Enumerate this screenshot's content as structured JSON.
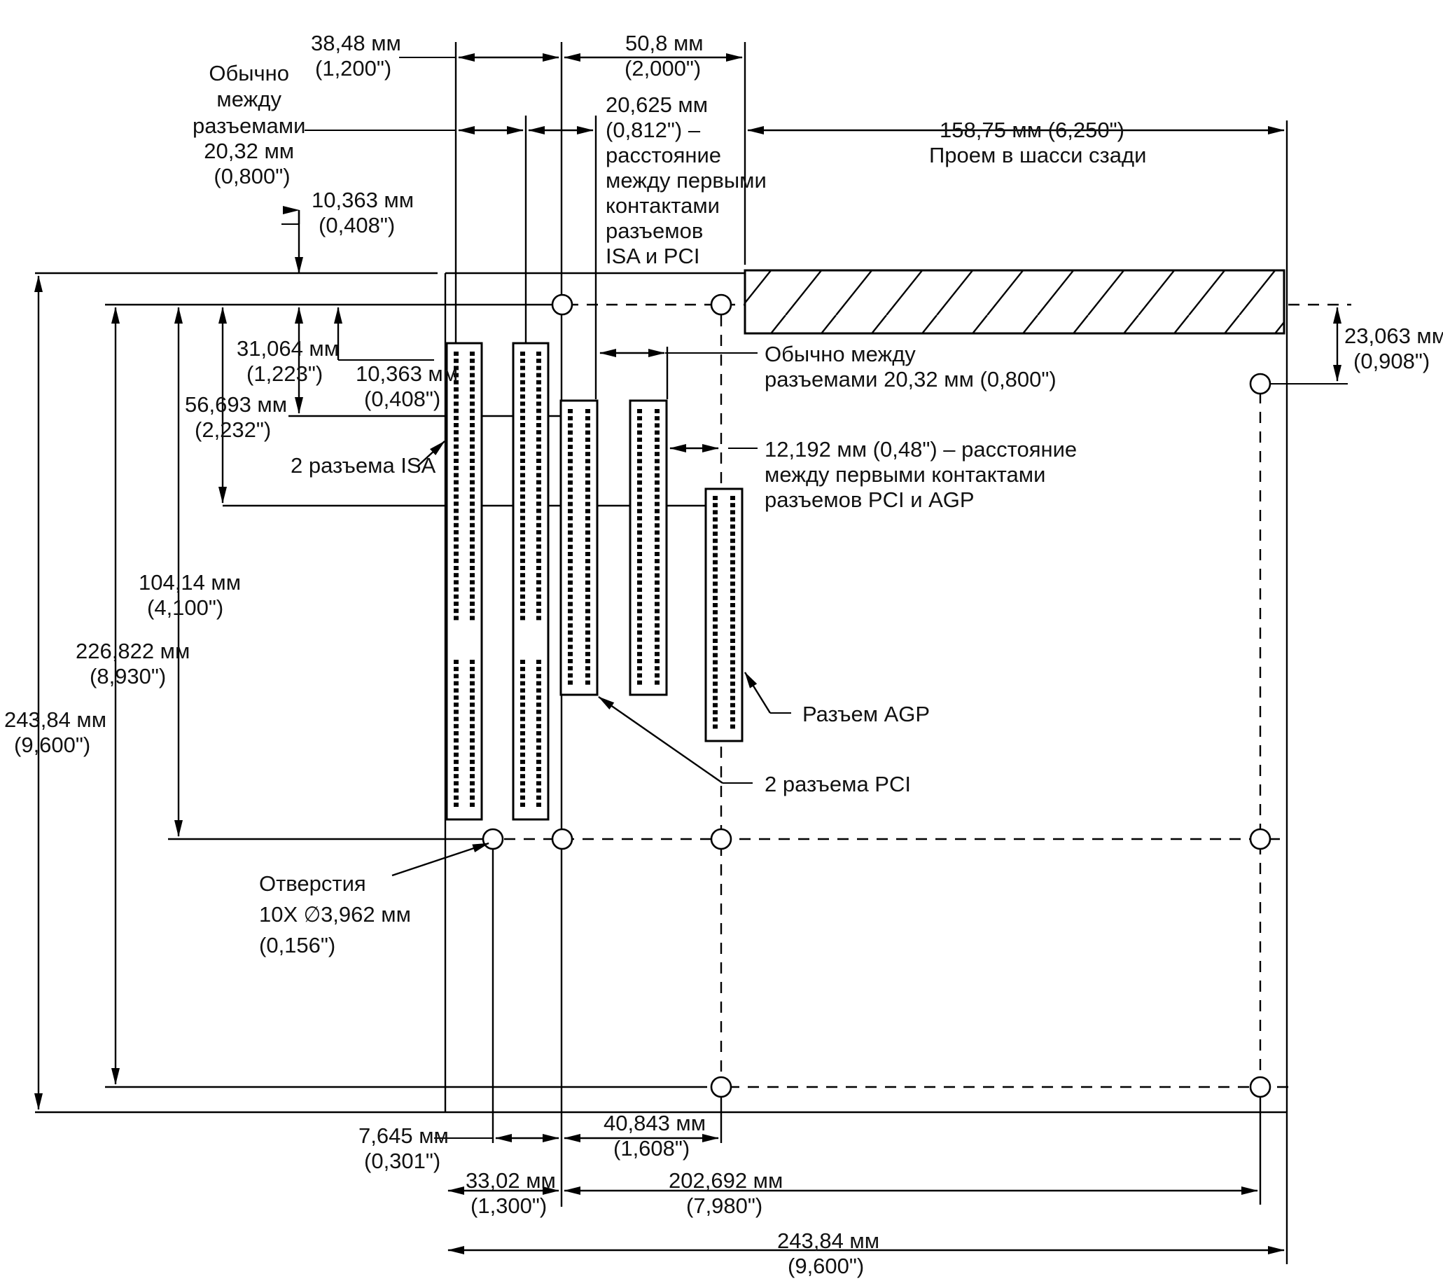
{
  "labels": {
    "d38_mm": "38,48 мм",
    "d38_in": "(1,200\")",
    "d50_mm": "50,8 мм",
    "d50_in": "(2,000\")",
    "usual_1": "Обычно",
    "usual_2": "между",
    "usual_3": "разъемами",
    "usual_4": "20,32 мм",
    "usual_5": "(0,800\")",
    "d20625_1": "20,625 мм",
    "d20625_2": "(0,812\") –",
    "d20625_3": "расстояние",
    "d20625_4": "между первыми",
    "d20625_5": "контактами",
    "d20625_6": "разъемов",
    "d20625_7": "ISA и PCI",
    "d158_mm": "158,75 мм (6,250\")",
    "d158_sub": "Проем в шасси сзади",
    "d10363a_mm": "10,363 мм",
    "d10363a_in": "(0,408\")",
    "d23063_mm": "23,063 мм",
    "d23063_in": "(0,908\")",
    "d31064_mm": "31,064 мм",
    "d31064_in": "(1,223\")",
    "d10363b_mm": "10,363 мм",
    "d10363b_in": "(0,408\")",
    "usual_pci_1": "Обычно между",
    "usual_pci_2": "разъемами 20,32 мм (0,800\")",
    "d56693_mm": "56,693 мм",
    "d56693_in": "(2,232\")",
    "isa_label": "2 разъема ISA",
    "d12192_1": "12,192 мм (0,48\") – расстояние",
    "d12192_2": "между первыми контактами",
    "d12192_3": "разъемов PCI и AGP",
    "d104_mm": "104,14 мм",
    "d104_in": "(4,100\")",
    "d226_mm": "226,822 мм",
    "d226_in": "(8,930\")",
    "d243v_mm": "243,84 мм",
    "d243v_in": "(9,600\")",
    "agp_label": "Разъем AGP",
    "pci_label": "2 разъема PCI",
    "holes_1": "Отверстия",
    "holes_2": "10X ∅3,962 мм",
    "holes_3": "(0,156\")",
    "d7645_mm": "7,645 мм",
    "d7645_in": "(0,301\")",
    "d40843_mm": "40,843 мм",
    "d40843_in": "(1,608\")",
    "d3302_mm": "33,02 мм",
    "d3302_in": "(1,300\")",
    "d202_mm": "202,692 мм",
    "d202_in": "(7,980\")",
    "d243h_mm": "243,84 мм",
    "d243h_in": "(9,600\")"
  }
}
